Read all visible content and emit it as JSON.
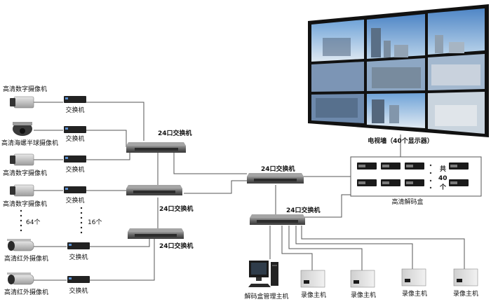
{
  "video_wall": {
    "label": "电视墙（40个显示器）"
  },
  "decoders": {
    "label": "高清解码盒",
    "total": [
      "共",
      "40",
      "个"
    ]
  },
  "switches": {
    "top_left": "24口交换机",
    "center": "24口交换机",
    "middle_left": "24口交换机",
    "bottom_left": "24口交换机",
    "lower_center": "24口交换机"
  },
  "cameras": [
    {
      "label": "高清数字摄像机",
      "kind": "box-camera"
    },
    {
      "label": "高清海螺半球摄像机",
      "kind": "dome-camera"
    },
    {
      "label": "高清数字摄像机",
      "kind": "box-camera"
    },
    {
      "label": "高清数字摄像机",
      "kind": "box-camera"
    },
    {
      "label": "高清红外摄像机",
      "kind": "ir-camera"
    },
    {
      "label": "高清红外摄像机",
      "kind": "ir-camera"
    }
  ],
  "small_switch_label": "交换机",
  "camera_count": "64个",
  "small_switch_count": "16个",
  "management_host": "解码盒管理主机",
  "recorders": [
    "录像主机",
    "录像主机",
    "录像主机",
    "录像主机"
  ],
  "colors": {
    "line": "#555555",
    "switch_body": "#6e6e6e",
    "monitor_bezel": "#111111"
  }
}
